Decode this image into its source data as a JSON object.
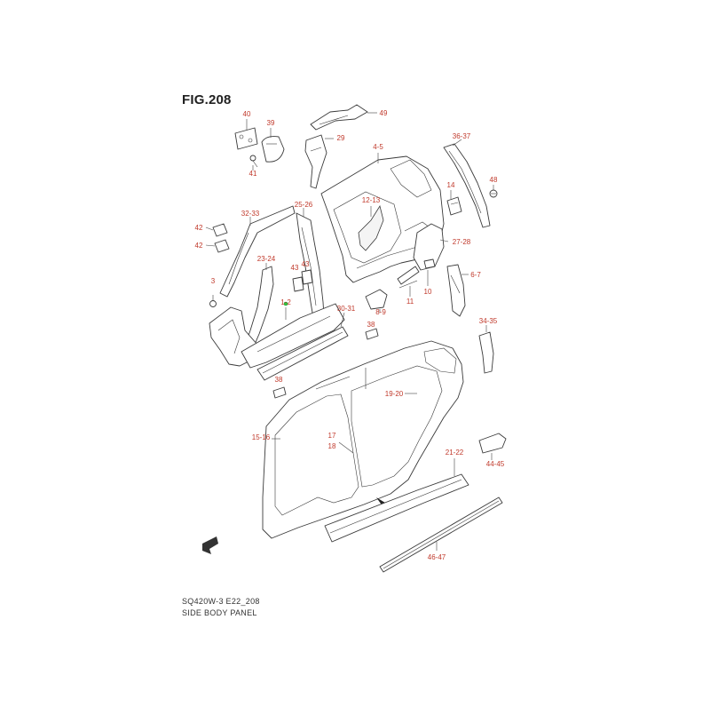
{
  "figure": {
    "title": "FIG.208",
    "model_code": "SQ420W-3 E22_208",
    "caption": "SIDE BODY PANEL"
  },
  "colors": {
    "callout": "#c0392b",
    "highlight": "#2ecc40",
    "line": "#3a3a3a"
  },
  "callouts": [
    {
      "id": "c40",
      "label": "40"
    },
    {
      "id": "c39",
      "label": "39"
    },
    {
      "id": "c41",
      "label": "41"
    },
    {
      "id": "c49",
      "label": "49"
    },
    {
      "id": "c29",
      "label": "29"
    },
    {
      "id": "c4-5",
      "label": "4-5"
    },
    {
      "id": "c36-37",
      "label": "36-37"
    },
    {
      "id": "c12-13",
      "label": "12-13"
    },
    {
      "id": "c14",
      "label": "14"
    },
    {
      "id": "c48",
      "label": "48"
    },
    {
      "id": "c42a",
      "label": "42"
    },
    {
      "id": "c42b",
      "label": "42"
    },
    {
      "id": "c32-33",
      "label": "32-33"
    },
    {
      "id": "c25-26",
      "label": "25-26"
    },
    {
      "id": "c27-28",
      "label": "27-28"
    },
    {
      "id": "c23-24",
      "label": "23-24"
    },
    {
      "id": "c43a",
      "label": "43"
    },
    {
      "id": "c43b",
      "label": "43"
    },
    {
      "id": "c3",
      "label": "3"
    },
    {
      "id": "c6-7",
      "label": "6-7"
    },
    {
      "id": "c10",
      "label": "10"
    },
    {
      "id": "c11",
      "label": "11"
    },
    {
      "id": "c8-9",
      "label": "8-9"
    },
    {
      "id": "c1-2",
      "label": "1-2"
    },
    {
      "id": "c30-31",
      "label": "30-31"
    },
    {
      "id": "c34-35",
      "label": "34-35"
    },
    {
      "id": "c38a",
      "label": "38"
    },
    {
      "id": "c38b",
      "label": "38"
    },
    {
      "id": "c19-20",
      "label": "19-20"
    },
    {
      "id": "c15-16",
      "label": "15-16"
    },
    {
      "id": "c17",
      "label": "17"
    },
    {
      "id": "c18",
      "label": "18"
    },
    {
      "id": "c21-22",
      "label": "21-22"
    },
    {
      "id": "c44-45",
      "label": "44-45"
    },
    {
      "id": "c46-47",
      "label": "46-47"
    }
  ]
}
